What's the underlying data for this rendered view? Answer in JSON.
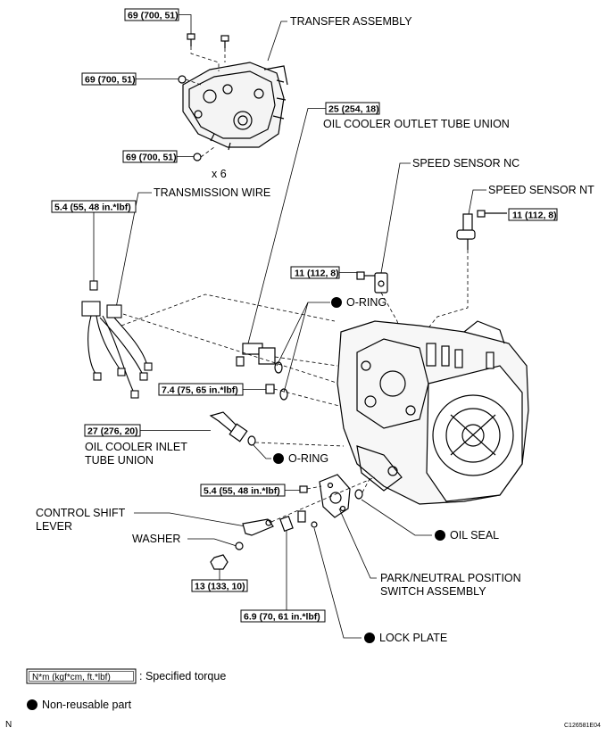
{
  "torque": {
    "transfer_top": "69 (700, 51)",
    "transfer_left": "69 (700, 51)",
    "transfer_bottom": "69 (700, 51)",
    "outlet_union": "25 (254, 18)",
    "wire_bolt": "5.4 (55, 48 in.*lbf)",
    "sensor_nt_bolt": "11 (112, 8)",
    "sensor_nc_bolt": "11 (112, 8)",
    "outlet_oring_bolt": "7.4 (75, 65 in.*lbf)",
    "inlet_union": "27 (276, 20)",
    "switch_bolt": "5.4 (55, 48 in.*lbf)",
    "nut": "13 (133, 10)",
    "lock_bolt": "6.9 (70, 61 in.*lbf)"
  },
  "labels": {
    "transfer_assembly": "TRANSFER ASSEMBLY",
    "x6": "x 6",
    "outlet_union": "OIL COOLER OUTLET TUBE UNION",
    "speed_sensor_nc": "SPEED SENSOR NC",
    "speed_sensor_nt": "SPEED SENSOR NT",
    "transmission_wire": "TRANSMISSION WIRE",
    "oring_upper": "O-RING",
    "inlet_union_1": "OIL COOLER INLET",
    "inlet_union_2": "TUBE UNION",
    "oring_lower": "O-RING",
    "control_shift_1": "CONTROL SHIFT",
    "control_shift_2": "LEVER",
    "washer": "WASHER",
    "oil_seal": "OIL SEAL",
    "park_neutral_1": "PARK/NEUTRAL POSITION",
    "park_neutral_2": "SWITCH ASSEMBLY",
    "lock_plate": "LOCK PLATE"
  },
  "legend": {
    "unit_box": "N*m (kgf*cm, ft.*lbf)",
    "specified_torque": ": Specified torque",
    "non_reusable": "Non-reusable part"
  },
  "footer": {
    "left_mark": "N",
    "figure_code": "C126581E04"
  }
}
